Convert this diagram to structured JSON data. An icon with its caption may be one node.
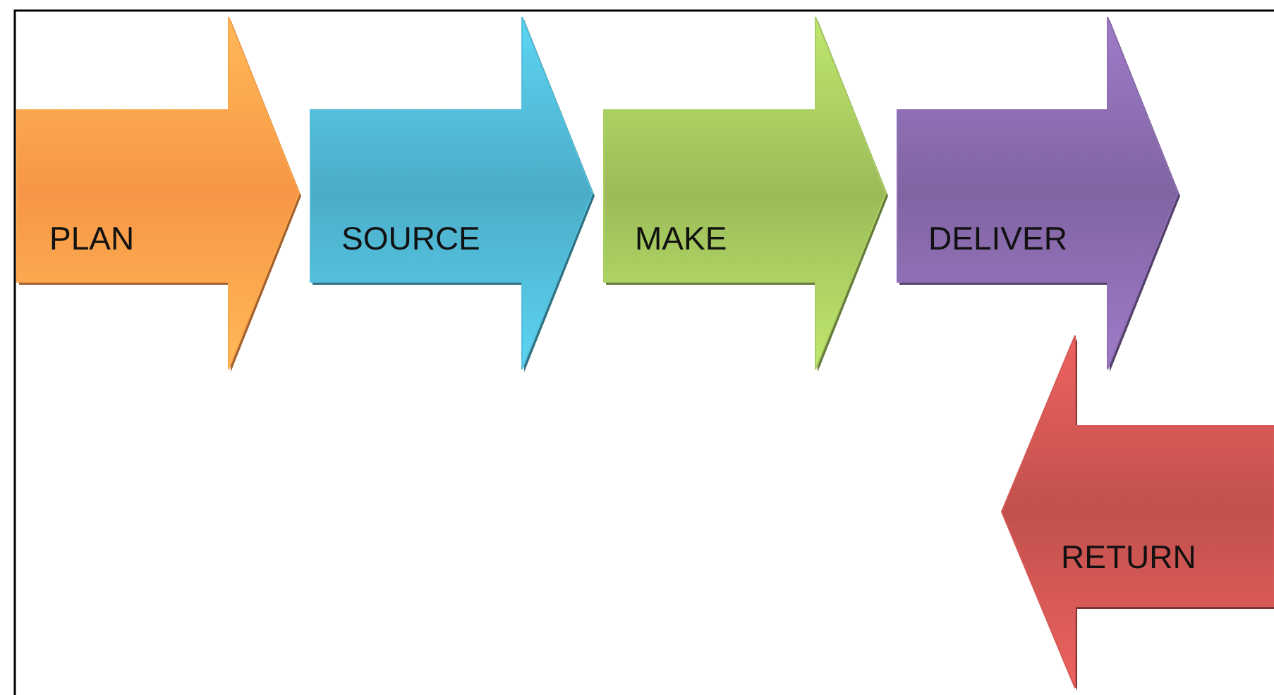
{
  "diagram": {
    "nodes": [
      {
        "text": [
          "PLAN"
        ]
      },
      {
        "text": [
          "SOURCE"
        ]
      },
      {
        "text": [
          "MAKE"
        ]
      },
      {
        "text": [
          "DELIVER"
        ]
      },
      {
        "text": [
          "RETURN"
        ]
      }
    ]
  }
}
